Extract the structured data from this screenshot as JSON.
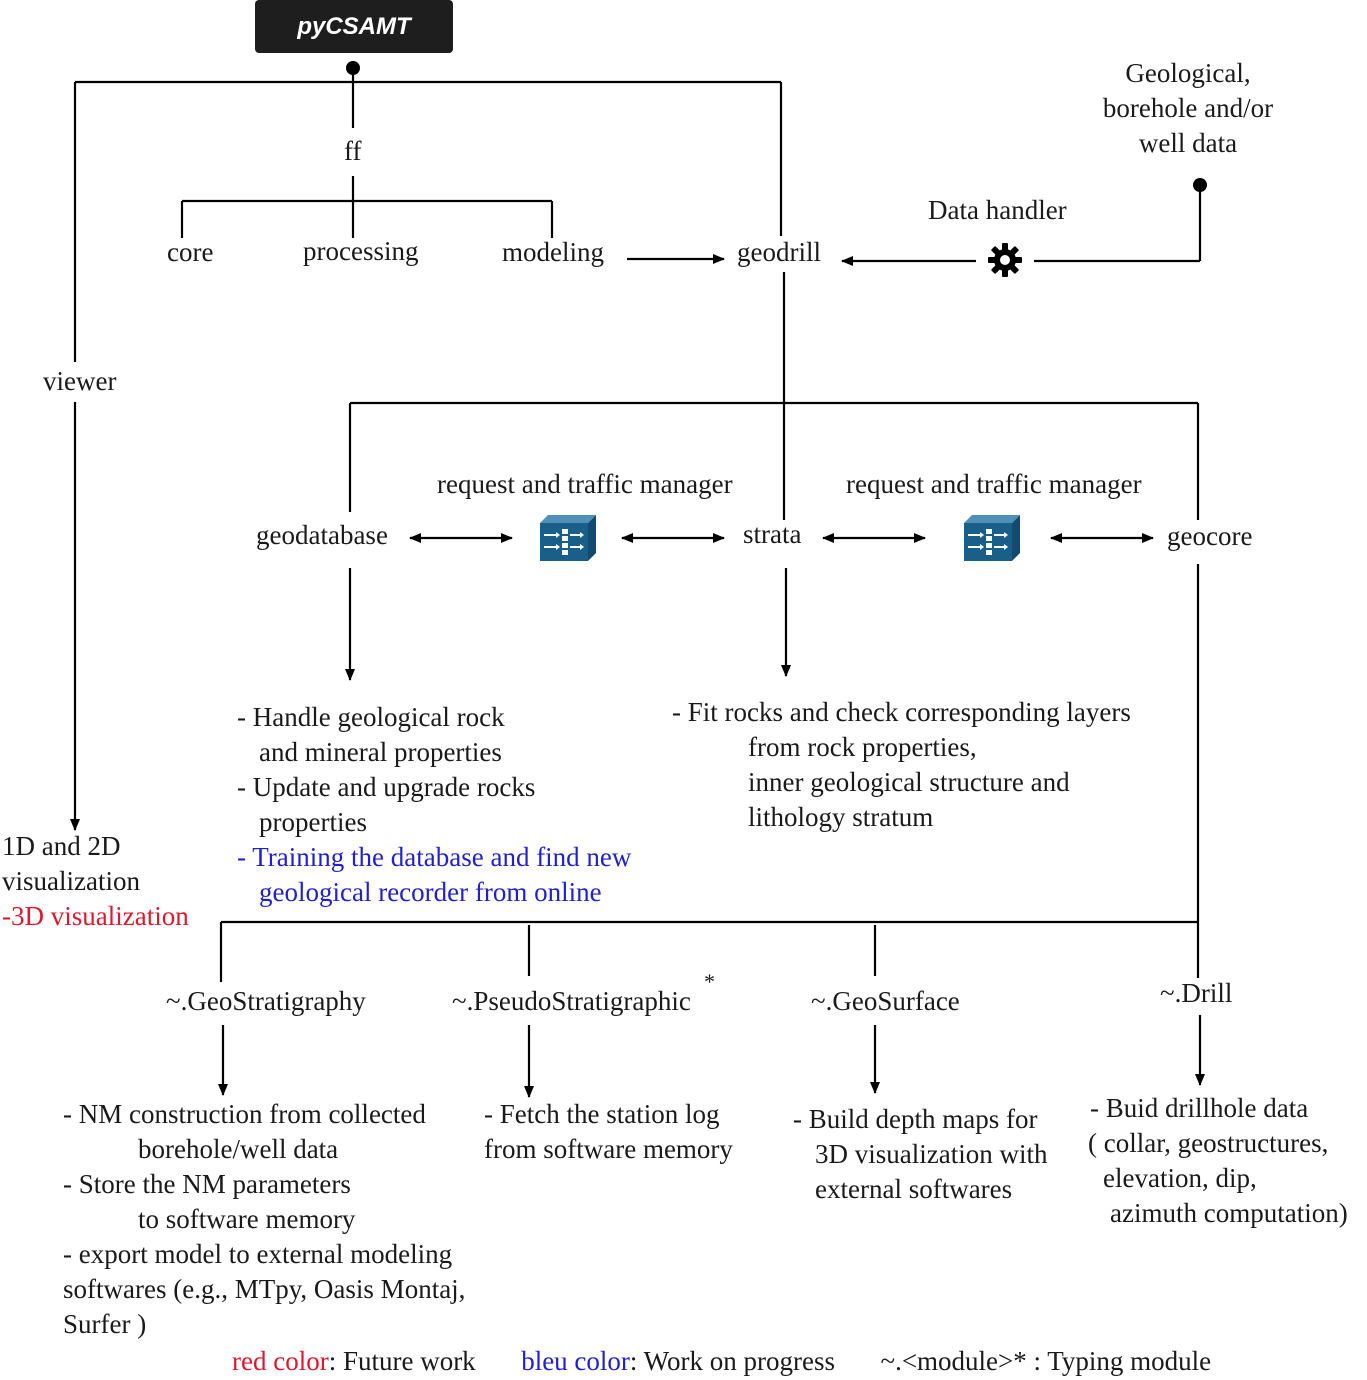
{
  "logo": "pyCSAMT",
  "nodes": {
    "ff": "ff",
    "core": "core",
    "processing": "processing",
    "modeling": "modeling",
    "geodrill": "geodrill",
    "data_handler": "Data handler",
    "geo_input": [
      "Geological,",
      "borehole and/or",
      "well data"
    ],
    "viewer": "viewer",
    "geodatabase": "geodatabase",
    "strata": "strata",
    "geocore": "geocore",
    "request_manager_1": "request and traffic manager",
    "request_manager_2": "request and traffic manager"
  },
  "viewer_output": {
    "line1": "1D and 2D",
    "line2": "visualization",
    "line3": "-3D visualization"
  },
  "geodatabase_desc": [
    "- Handle geological rock",
    "and mineral properties",
    "- Update and upgrade rocks",
    "properties"
  ],
  "geodatabase_desc_progress": [
    "- Training the database and find new",
    "geological recorder from online"
  ],
  "strata_desc": [
    "- Fit rocks and check corresponding layers",
    "from rock properties,",
    "inner geological structure and",
    "lithology stratum"
  ],
  "modules": {
    "geostratigraphy": "~.GeoStratigraphy",
    "pseudostratigraphic": "~.PseudoStratigraphic",
    "pseudo_mark": "*",
    "geosurface": "~.GeoSurface",
    "drill": "~.Drill"
  },
  "geostratigraphy_desc": [
    "- NM construction from collected",
    "borehole/well data",
    "-  Store the NM parameters",
    "to software memory",
    "- export model to external modeling",
    "softwares (e.g., MTpy, Oasis Montaj,",
    "Surfer )"
  ],
  "pseudo_desc": [
    "- Fetch the station log",
    "from software memory"
  ],
  "geosurface_desc": [
    "- Build depth maps for",
    "3D visualization with",
    "external  softwares"
  ],
  "drill_desc": [
    "- Buid drillhole data",
    "( collar, geostructures,",
    "elevation, dip,",
    "azimuth computation)"
  ],
  "legend": {
    "red_label": "red color",
    "red_text": ": Future work",
    "blue_label": "bleu color",
    "blue_text": ": Work on progress",
    "typing": "~.<module>* : Typing module"
  },
  "colors": {
    "future": "#e0182d",
    "progress": "#1f1fd6",
    "icon": "#1a5e8a"
  },
  "icons": [
    "gear-icon",
    "server-icon",
    "server-icon"
  ]
}
